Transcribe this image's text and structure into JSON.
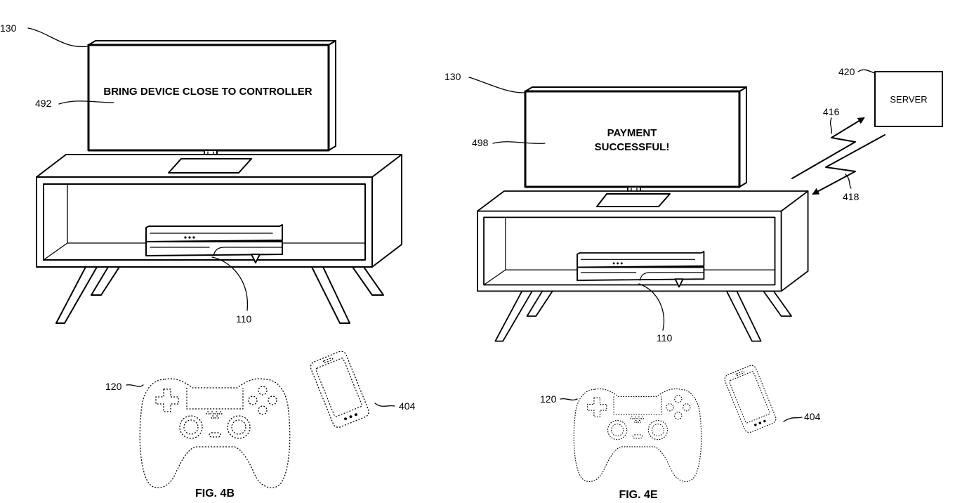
{
  "figure_b": {
    "caption": "FIG. 4B",
    "screen_message": "BRING DEVICE CLOSE TO CONTROLLER",
    "refs": {
      "display": "130",
      "screen_content": "492",
      "console": "110",
      "controller": "120",
      "phone": "404"
    }
  },
  "figure_e": {
    "caption": "FIG. 4E",
    "screen_message_line1": "PAYMENT",
    "screen_message_line2": "SUCCESSFUL!",
    "server_label": "SERVER",
    "refs": {
      "display": "130",
      "screen_content": "498",
      "console": "110",
      "controller": "120",
      "phone": "404",
      "server": "420",
      "uplink": "416",
      "downlink": "418"
    }
  }
}
